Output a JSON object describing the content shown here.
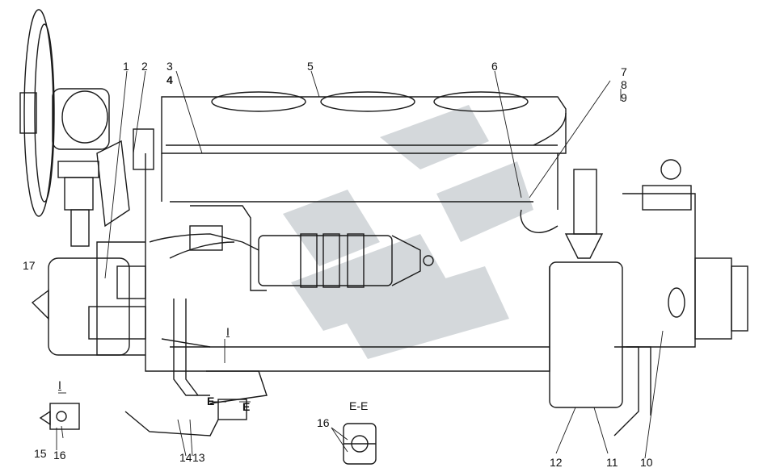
{
  "callouts": [
    {
      "id": "c1",
      "text": "1"
    },
    {
      "id": "c2",
      "text": "2"
    },
    {
      "id": "c3",
      "text": "3"
    },
    {
      "id": "c4",
      "text": "4"
    },
    {
      "id": "c5",
      "text": "5"
    },
    {
      "id": "c6",
      "text": "6"
    },
    {
      "id": "c7",
      "text": "7"
    },
    {
      "id": "c8",
      "text": "8"
    },
    {
      "id": "c9",
      "text": "9"
    },
    {
      "id": "c10",
      "text": "10"
    },
    {
      "id": "c11",
      "text": "11"
    },
    {
      "id": "c12",
      "text": "12"
    },
    {
      "id": "c13",
      "text": "13"
    },
    {
      "id": "c14",
      "text": "14"
    },
    {
      "id": "c15",
      "text": "15"
    },
    {
      "id": "c16a",
      "text": "16"
    },
    {
      "id": "c16b",
      "text": "16"
    },
    {
      "id": "c17",
      "text": "17"
    }
  ],
  "section_marks": {
    "detail_one": "I",
    "detail_one_label": "I",
    "section_e_left": "E",
    "section_e_right": "E",
    "section_ee_title": "E-E"
  },
  "colors": {
    "line": "#1a1a1a",
    "watermark": "#cfd3d6",
    "background": "#ffffff"
  }
}
